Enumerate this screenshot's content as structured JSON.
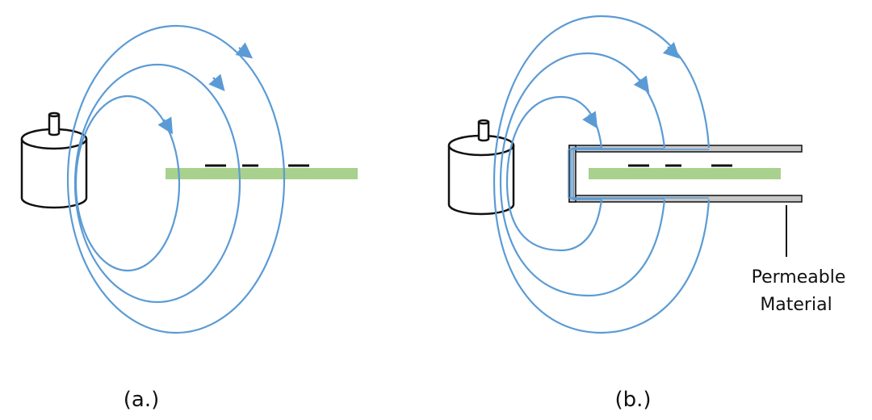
{
  "panels": [
    {
      "caption": "(a.)"
    },
    {
      "caption": "(b.)"
    }
  ],
  "material_label": {
    "line1": "Permeable",
    "line2": "Material"
  },
  "colors": {
    "field_line": "#5b9bd5",
    "conductor": "#a9d18e",
    "outline": "#111111",
    "permeable_fill": "#c8c8c8",
    "background": "#ffffff"
  },
  "icons": [
    "magnet-icon",
    "arrow-icon"
  ]
}
